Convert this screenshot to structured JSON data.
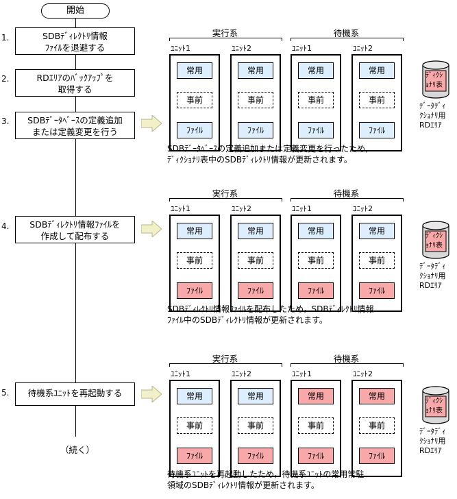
{
  "start_label": "開始",
  "end_label": "（続く）",
  "steps": [
    {
      "num": "1.",
      "line1": "SDBﾃﾞｨﾚｸﾄﾘ情報",
      "line2": "ﾌｧｲﾙを退避する"
    },
    {
      "num": "2.",
      "line1": "RDｴﾘｱのﾊﾞｯｸｱｯﾌﾟを",
      "line2": "取得する"
    },
    {
      "num": "3.",
      "line1": "SDBﾃﾞｰﾀﾍﾞｰｽの定義追加",
      "line2": "または定義変更を行う"
    },
    {
      "num": "4.",
      "line1": "SDBﾃﾞｨﾚｸﾄﾘ情報ﾌｧｲﾙを",
      "line2": "作成して配布する"
    },
    {
      "num": "5.",
      "line1": "待機系ﾕﾆｯﾄを再起動する",
      "line2": ""
    }
  ],
  "group_labels": {
    "active": "実行系",
    "standby": "待機系"
  },
  "unit_labels": [
    "ﾕﾆｯﾄ1",
    "ﾕﾆｯﾄ2",
    "ﾕﾆｯﾄ1",
    "ﾕﾆｯﾄ2"
  ],
  "cell_labels": {
    "resident": "常用",
    "pre": "事前",
    "file": "ﾌｧｲﾙ"
  },
  "dictionary": {
    "cyl_line1": "ﾃﾞｨｸｼ",
    "cyl_line2": "ｮﾅﾘ表",
    "label_line1": "ﾃﾞｰﾀﾃﾞｨ",
    "label_line2": "ｸｼｮﾅﾘ用",
    "label_line3": "RDｴﾘｱ"
  },
  "notes": [
    {
      "line1": "SDBﾃﾞｰﾀﾍﾞｰｽの定義追加または定義変更を行ったため,",
      "line2": "ﾃﾞｨｸｼｮﾅﾘ表中のSDBﾃﾞｨﾚｸﾄﾘ情報が更新されます。"
    },
    {
      "line1": "SDBﾃﾞｨﾚｸﾄﾘ情報ﾌｧｲﾙを配布したため，SDBﾃﾞｨﾚｸﾄﾘ情報",
      "line2": "ﾌｧｲﾙ中のSDBﾃﾞｨﾚｸﾄﾘ情報が更新されます。"
    },
    {
      "line1": "待機系ﾕﾆｯﾄを再起動したため，待機系ﾕﾆｯﾄの常用常駐",
      "line2": "領域のSDBﾃﾞｨﾚｸﾄﾘ情報が更新されます。"
    }
  ],
  "colors": {
    "blue": "#ddeeff",
    "pink": "#f8a8a8",
    "arrow": "#f2f0c8"
  }
}
